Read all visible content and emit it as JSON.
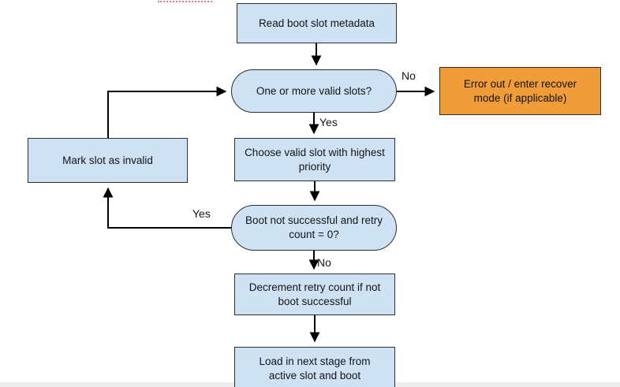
{
  "diagram": {
    "nodes": {
      "read_metadata": {
        "label": "Read boot slot metadata"
      },
      "valid_slots_decision": {
        "label": "One or more valid slots?"
      },
      "error_out": {
        "label": "Error out / enter recover mode (if applicable)"
      },
      "choose_slot": {
        "label": "Choose valid slot with highest priority"
      },
      "boot_retry_decision": {
        "label": "Boot not successful and retry count = 0?"
      },
      "mark_invalid": {
        "label": "Mark slot as invalid"
      },
      "decrement_retry": {
        "label": "Decrement retry count if not boot successful"
      },
      "load_next_stage": {
        "label": "Load in next stage from active slot and boot"
      }
    },
    "edge_labels": {
      "no_to_error": "No",
      "yes_to_choose": "Yes",
      "yes_to_mark": "Yes",
      "no_to_decrement": "No"
    },
    "colors": {
      "node_fill": "#cfe2f3",
      "node_border": "#2b2f33",
      "error_fill": "#f09c38",
      "arrow": "#000000",
      "annotation_dots": "#e97c7c"
    }
  }
}
